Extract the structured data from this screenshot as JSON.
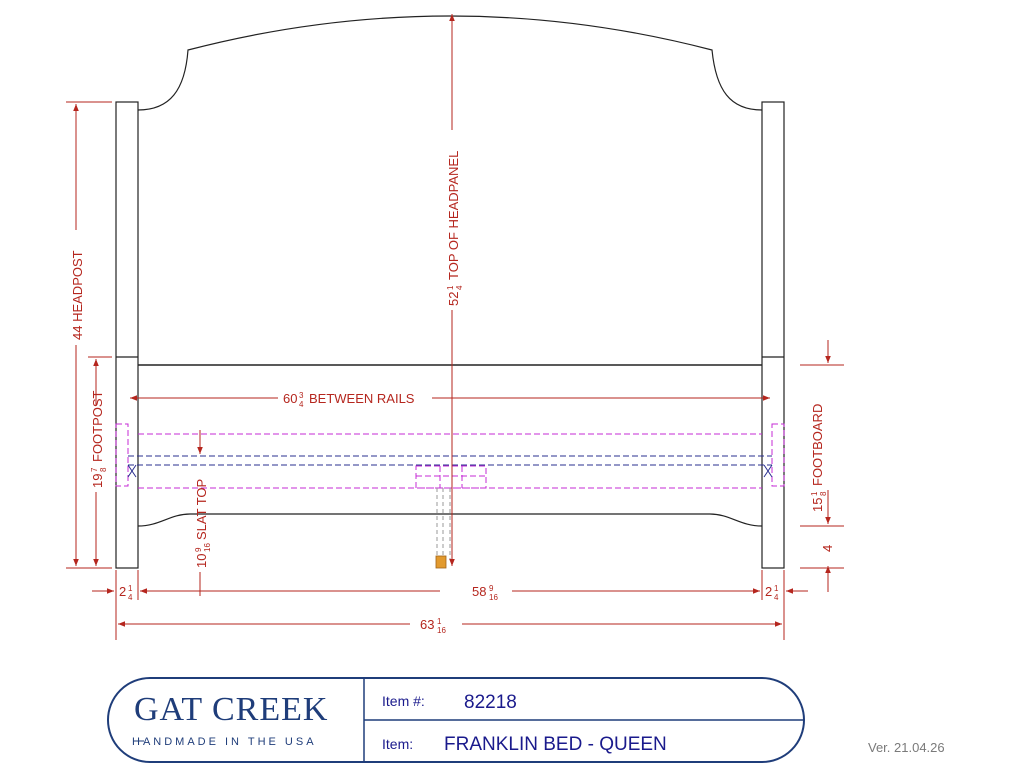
{
  "dimensions": {
    "headpost": "44 HEADPOST",
    "footpost_whole": "19",
    "footpost_num": "7",
    "footpost_den": "8",
    "footpost_label": "FOOTPOST",
    "headpanel_whole": "52",
    "headpanel_num": "1",
    "headpanel_den": "4",
    "headpanel_label": "TOP OF HEADPANEL",
    "rails_whole": "60",
    "rails_num": "3",
    "rails_den": "4",
    "rails_label": "BETWEEN RAILS",
    "slat_whole": "10",
    "slat_num": "9",
    "slat_den": "16",
    "slat_label": "SLAT TOP",
    "footboard_whole": "15",
    "footboard_num": "1",
    "footboard_den": "8",
    "footboard_label": "FOOTBOARD",
    "leg": "4",
    "post_left_whole": "2",
    "post_left_num": "1",
    "post_left_den": "4",
    "inner_whole": "58",
    "inner_num": "9",
    "inner_den": "16",
    "post_right_whole": "2",
    "post_right_num": "1",
    "post_right_den": "4",
    "overall_whole": "63",
    "overall_num": "1",
    "overall_den": "16"
  },
  "title_block": {
    "brand": "GAT CREEK",
    "tagline": "HANDMADE IN THE USA",
    "item_no_label": "Item #:",
    "item_no_value": "82218",
    "item_label": "Item:",
    "item_value": "FRANKLIN BED - QUEEN"
  },
  "version": "Ver. 21.04.26",
  "colors": {
    "dimension": "#b5261e",
    "outline": "#222222",
    "rail": "#c42bd6",
    "slat": "#2a2f8f",
    "brand": "#1f3d7a"
  }
}
